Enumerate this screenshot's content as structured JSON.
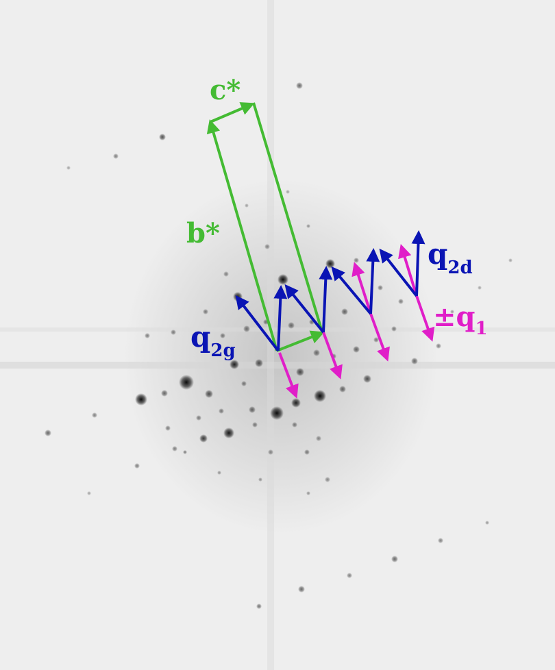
{
  "figure": {
    "background_color": "#eeeeee",
    "spot_color": "#111111",
    "labels": {
      "c_star": "c*",
      "b_star": "b*",
      "q2g_main": "q",
      "q2g_sub": "2g",
      "q2d_main": "q",
      "q2d_sub": "2d",
      "q1_prefix": "±",
      "q1_main": "q",
      "q1_sub": "1"
    },
    "colors": {
      "reciprocal_axes": "#44bb33",
      "q2_vectors": "#0a14b4",
      "q1_vectors": "#e01ec8"
    }
  }
}
